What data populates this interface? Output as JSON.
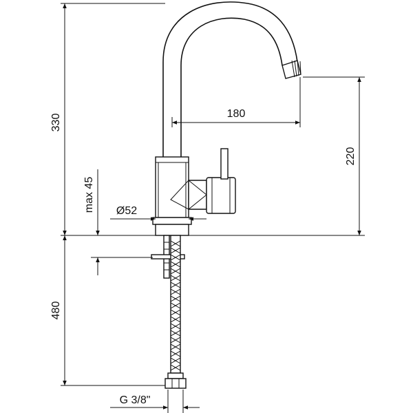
{
  "dimensions": {
    "total_height": "330",
    "reach": "180",
    "spout_height": "220",
    "max_deck": "max 45",
    "base_diameter": "Ø52",
    "hose_length": "480",
    "connection": "G 3/8\""
  },
  "colors": {
    "line": "#111111",
    "background": "#ffffff"
  }
}
